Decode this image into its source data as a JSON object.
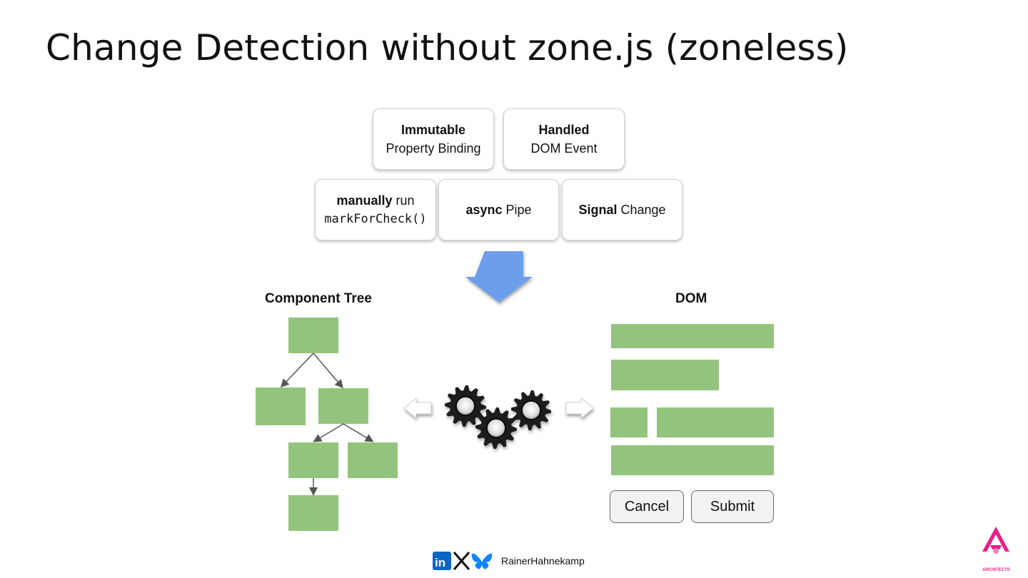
{
  "slide": {
    "title": "Change Detection without zone.js (zoneless)"
  },
  "triggers": {
    "immutable": {
      "bold": "Immutable",
      "text": "Property Binding"
    },
    "handled": {
      "bold": "Handled",
      "text": "DOM Event"
    },
    "manually": {
      "bold": "manually",
      "text": " run",
      "code": "markForCheck()"
    },
    "async": {
      "bold": "async",
      "text": " Pipe"
    },
    "signal": {
      "bold": "Signal",
      "text": " Change"
    }
  },
  "labels": {
    "component_tree": "Component Tree",
    "dom": "DOM"
  },
  "dom_buttons": {
    "cancel": "Cancel",
    "submit": "Submit"
  },
  "footer": {
    "handle": "RainerHahnekamp",
    "icons": [
      "linkedin-icon",
      "x-icon",
      "bluesky-icon"
    ]
  },
  "logo": {
    "text": "ARCHITECTS"
  },
  "colors": {
    "node_green": "#93c47d",
    "arrow_blue": "#6d9eeb",
    "logo_pink": "#e91e8c"
  }
}
